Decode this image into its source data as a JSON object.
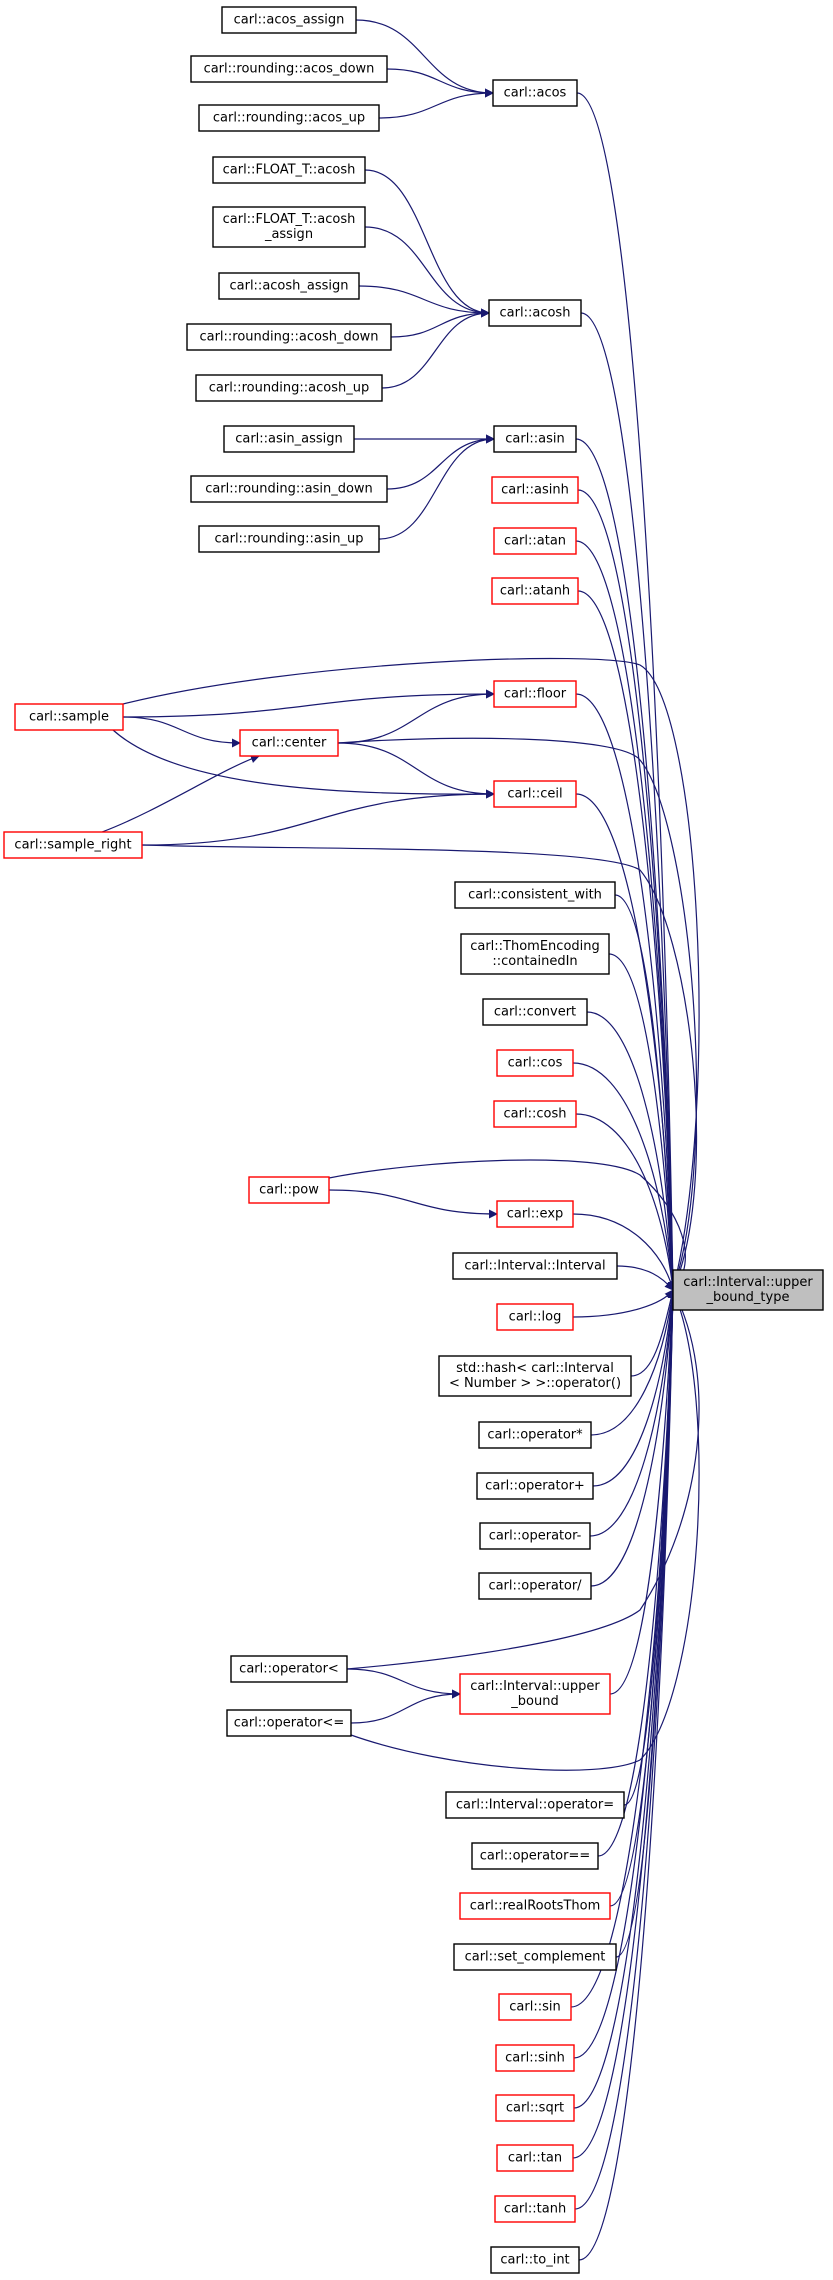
{
  "graph": {
    "focus": {
      "id": "target",
      "lines": [
        "carl::Interval::upper",
        "_bound_type"
      ]
    },
    "nodes": [
      {
        "id": "acos_assign",
        "lines": [
          "carl::acos_assign"
        ],
        "style": "black"
      },
      {
        "id": "acos_down",
        "lines": [
          "carl::rounding::acos_down"
        ],
        "style": "black"
      },
      {
        "id": "acos_up",
        "lines": [
          "carl::rounding::acos_up"
        ],
        "style": "black"
      },
      {
        "id": "acos",
        "lines": [
          "carl::acos"
        ],
        "style": "black"
      },
      {
        "id": "ft_acosh",
        "lines": [
          "carl::FLOAT_T::acosh"
        ],
        "style": "black"
      },
      {
        "id": "ft_acosh_assign",
        "lines": [
          "carl::FLOAT_T::acosh",
          "_assign"
        ],
        "style": "black"
      },
      {
        "id": "acosh_assign",
        "lines": [
          "carl::acosh_assign"
        ],
        "style": "black"
      },
      {
        "id": "acosh_down",
        "lines": [
          "carl::rounding::acosh_down"
        ],
        "style": "black"
      },
      {
        "id": "acosh_up",
        "lines": [
          "carl::rounding::acosh_up"
        ],
        "style": "black"
      },
      {
        "id": "acosh",
        "lines": [
          "carl::acosh"
        ],
        "style": "black"
      },
      {
        "id": "asin_assign",
        "lines": [
          "carl::asin_assign"
        ],
        "style": "black"
      },
      {
        "id": "asin_down",
        "lines": [
          "carl::rounding::asin_down"
        ],
        "style": "black"
      },
      {
        "id": "asin_up",
        "lines": [
          "carl::rounding::asin_up"
        ],
        "style": "black"
      },
      {
        "id": "asin",
        "lines": [
          "carl::asin"
        ],
        "style": "black"
      },
      {
        "id": "asinh",
        "lines": [
          "carl::asinh"
        ],
        "style": "red"
      },
      {
        "id": "atan",
        "lines": [
          "carl::atan"
        ],
        "style": "red"
      },
      {
        "id": "atanh",
        "lines": [
          "carl::atanh"
        ],
        "style": "red"
      },
      {
        "id": "sample",
        "lines": [
          "carl::sample"
        ],
        "style": "red"
      },
      {
        "id": "floor",
        "lines": [
          "carl::floor"
        ],
        "style": "red"
      },
      {
        "id": "center",
        "lines": [
          "carl::center"
        ],
        "style": "red"
      },
      {
        "id": "ceil",
        "lines": [
          "carl::ceil"
        ],
        "style": "red"
      },
      {
        "id": "sample_right",
        "lines": [
          "carl::sample_right"
        ],
        "style": "red"
      },
      {
        "id": "consistent_with",
        "lines": [
          "carl::consistent_with"
        ],
        "style": "black"
      },
      {
        "id": "containedIn",
        "lines": [
          "carl::ThomEncoding",
          "::containedIn"
        ],
        "style": "black"
      },
      {
        "id": "convert",
        "lines": [
          "carl::convert"
        ],
        "style": "black"
      },
      {
        "id": "cos",
        "lines": [
          "carl::cos"
        ],
        "style": "red"
      },
      {
        "id": "cosh",
        "lines": [
          "carl::cosh"
        ],
        "style": "red"
      },
      {
        "id": "pow",
        "lines": [
          "carl::pow"
        ],
        "style": "red"
      },
      {
        "id": "exp",
        "lines": [
          "carl::exp"
        ],
        "style": "red"
      },
      {
        "id": "interval_ctor",
        "lines": [
          "carl::Interval::Interval"
        ],
        "style": "black"
      },
      {
        "id": "log",
        "lines": [
          "carl::log"
        ],
        "style": "red"
      },
      {
        "id": "hash",
        "lines": [
          "std::hash< carl::Interval",
          "< Number > >::operator()"
        ],
        "style": "black"
      },
      {
        "id": "op_mul",
        "lines": [
          "carl::operator*"
        ],
        "style": "black"
      },
      {
        "id": "op_add",
        "lines": [
          "carl::operator+"
        ],
        "style": "black"
      },
      {
        "id": "op_sub",
        "lines": [
          "carl::operator-"
        ],
        "style": "black"
      },
      {
        "id": "op_div",
        "lines": [
          "carl::operator/"
        ],
        "style": "black"
      },
      {
        "id": "op_lt",
        "lines": [
          "carl::operator<"
        ],
        "style": "black"
      },
      {
        "id": "upper_bound",
        "lines": [
          "carl::Interval::upper",
          "_bound"
        ],
        "style": "red"
      },
      {
        "id": "op_le",
        "lines": [
          "carl::operator<="
        ],
        "style": "black"
      },
      {
        "id": "op_assign",
        "lines": [
          "carl::Interval::operator="
        ],
        "style": "black"
      },
      {
        "id": "op_eq",
        "lines": [
          "carl::operator=="
        ],
        "style": "black"
      },
      {
        "id": "realRootsThom",
        "lines": [
          "carl::realRootsThom"
        ],
        "style": "red"
      },
      {
        "id": "set_complement",
        "lines": [
          "carl::set_complement"
        ],
        "style": "black"
      },
      {
        "id": "sin",
        "lines": [
          "carl::sin"
        ],
        "style": "red"
      },
      {
        "id": "sinh",
        "lines": [
          "carl::sinh"
        ],
        "style": "red"
      },
      {
        "id": "sqrt",
        "lines": [
          "carl::sqrt"
        ],
        "style": "red"
      },
      {
        "id": "tan",
        "lines": [
          "carl::tan"
        ],
        "style": "red"
      },
      {
        "id": "tanh",
        "lines": [
          "carl::tanh"
        ],
        "style": "red"
      },
      {
        "id": "to_int",
        "lines": [
          "carl::to_int"
        ],
        "style": "black"
      }
    ]
  }
}
